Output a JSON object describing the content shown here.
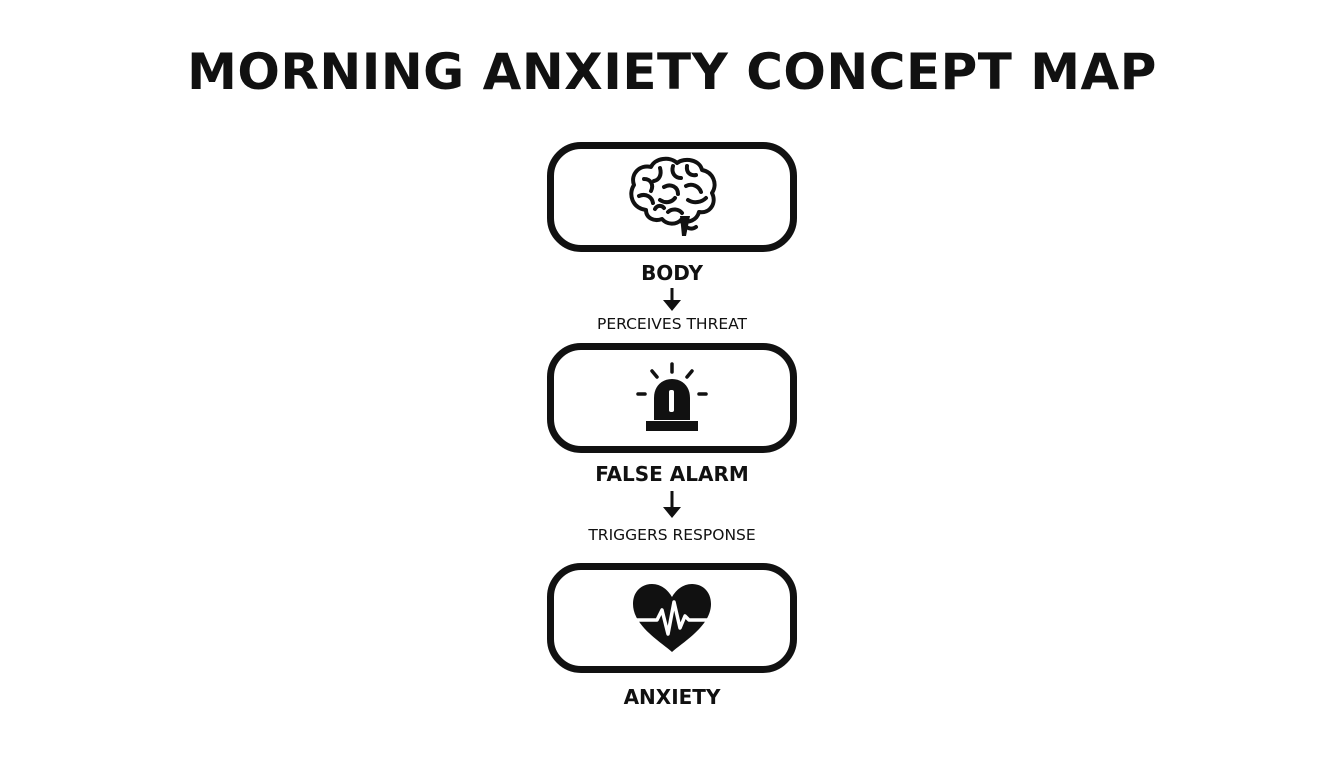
{
  "title": "MORNING ANXIETY CONCEPT MAP",
  "nodes": [
    {
      "label": "BODY",
      "icon": "brain-icon"
    },
    {
      "label": "FALSE ALARM",
      "icon": "alarm-siren-icon"
    },
    {
      "label": "ANXIETY",
      "icon": "heart-pulse-icon"
    }
  ],
  "edges": [
    {
      "label": "PERCEIVES THREAT"
    },
    {
      "label": "TRIGGERS RESPONSE"
    }
  ],
  "colors": {
    "ink": "#111111",
    "background": "#ffffff"
  }
}
